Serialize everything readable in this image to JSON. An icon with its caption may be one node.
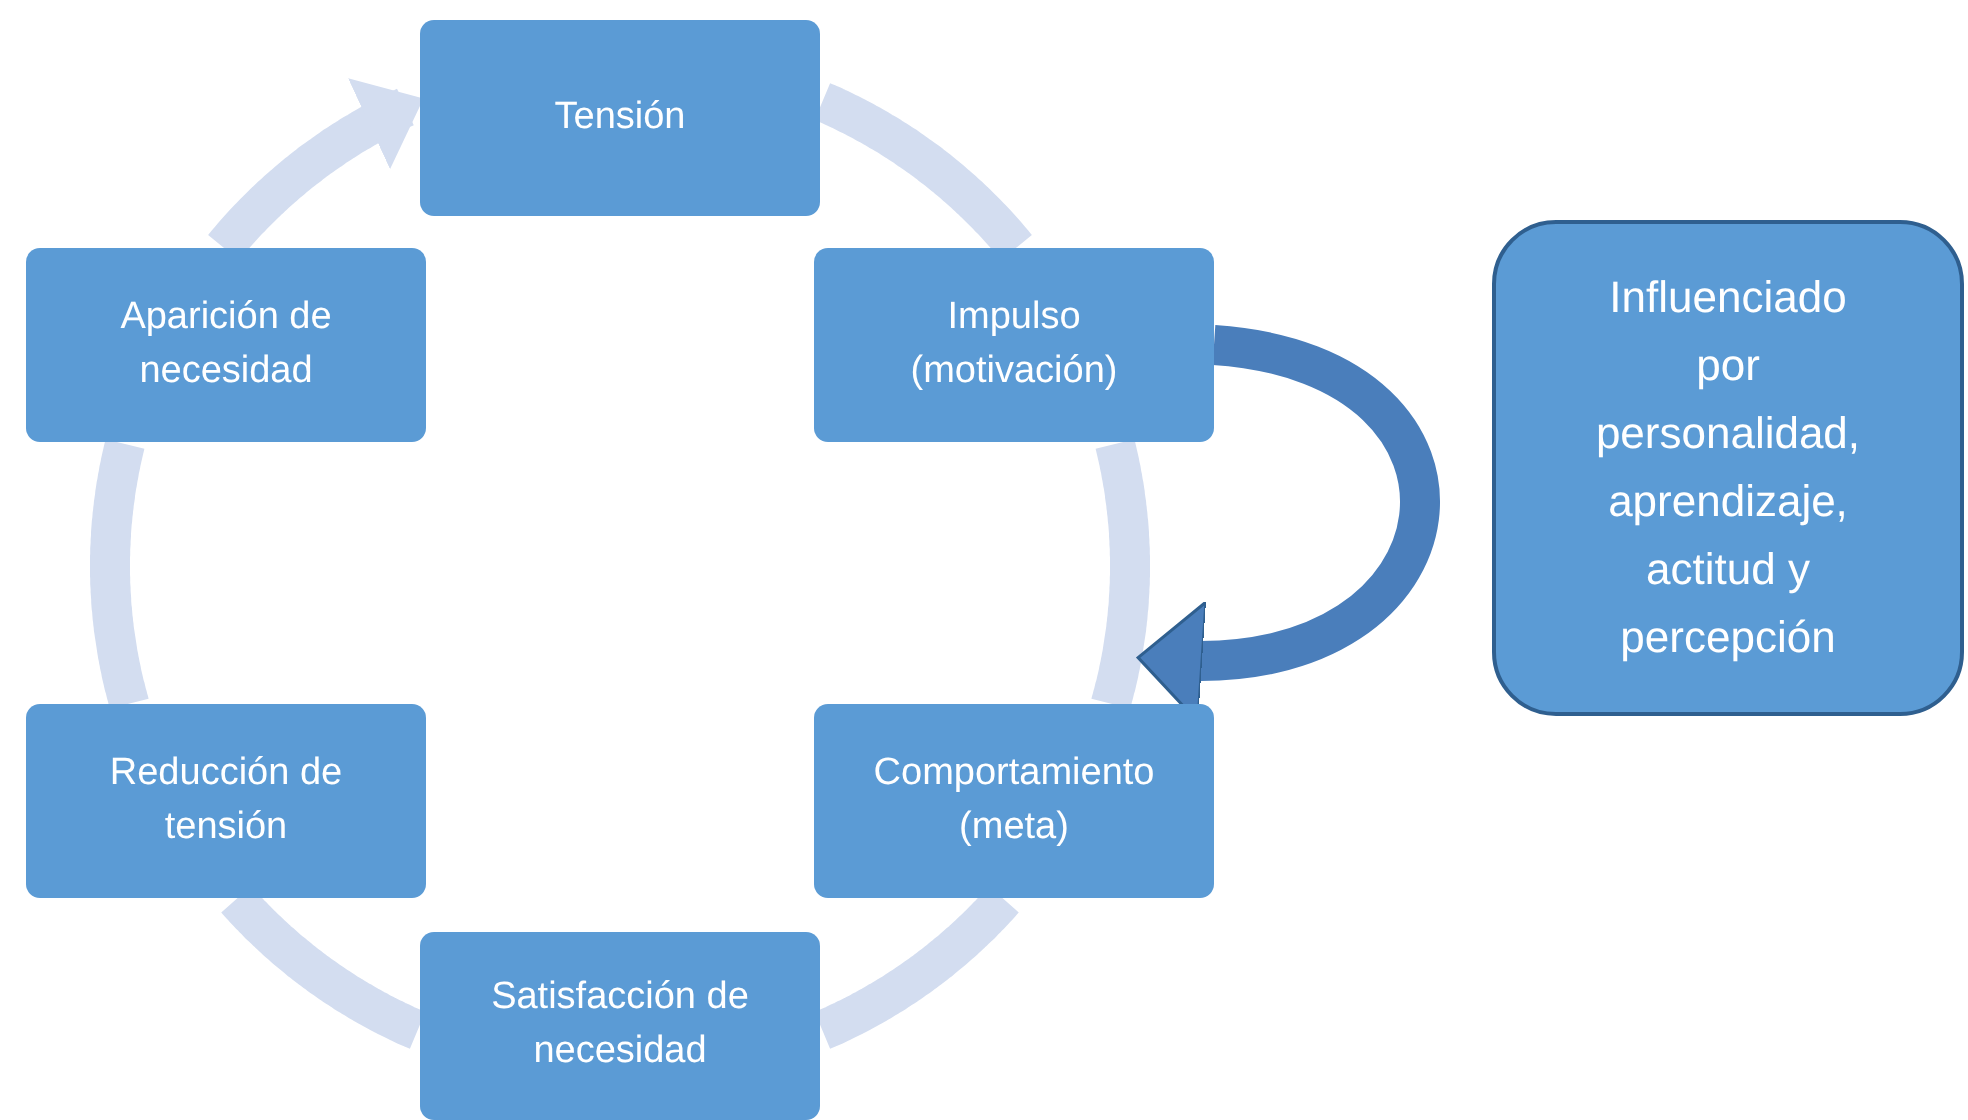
{
  "diagram": {
    "nodes": [
      {
        "text": [
          "Tensión"
        ]
      },
      {
        "text": [
          "Impulso (motivación)"
        ]
      },
      {
        "text": [
          "Comportamiento (meta)"
        ]
      },
      {
        "text": [
          "Satisfacción de necesidad"
        ]
      },
      {
        "text": [
          "Reducción de tensión"
        ]
      },
      {
        "text": [
          "Aparición de necesidad"
        ]
      },
      {
        "text": [
          "Influenciado por personalidad, aprendizaje, actitud y percepción"
        ]
      }
    ],
    "edges": [
      {
        "from": 0,
        "to": 1,
        "arrow": "none"
      },
      {
        "from": 1,
        "to": 2,
        "arrow": "none"
      },
      {
        "from": 2,
        "to": 3,
        "arrow": "none"
      },
      {
        "from": 3,
        "to": 4,
        "arrow": "none"
      },
      {
        "from": 4,
        "to": 5,
        "arrow": "none"
      },
      {
        "from": 5,
        "to": 0,
        "arrow": "to"
      },
      {
        "from": 1,
        "to": 2,
        "arrow": "to",
        "color": "#4a7ebb"
      }
    ]
  }
}
